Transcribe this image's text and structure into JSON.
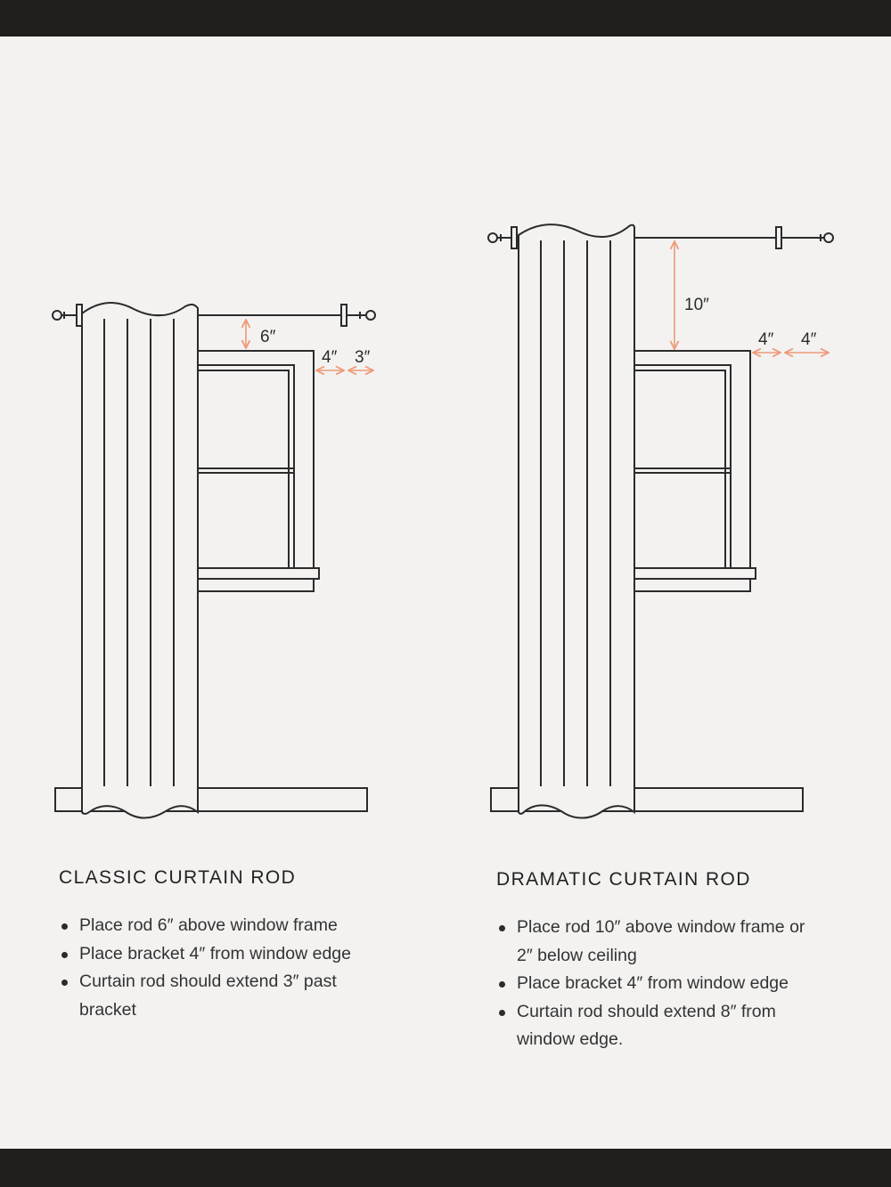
{
  "colors": {
    "line": "#2b2b2b",
    "accent": "#ee9a78",
    "background": "#f3f2f1",
    "bar": "#1f1e1d"
  },
  "classic": {
    "title": "CLASSIC CURTAIN ROD",
    "dim_above": "6″",
    "dim_bracket": "4″",
    "dim_extend": "3″",
    "bullets": [
      "Place rod 6″ above window frame",
      "Place bracket  4″ from window edge",
      "Curtain rod should extend 3″ past bracket"
    ]
  },
  "dramatic": {
    "title": "DRAMATIC CURTAIN ROD",
    "dim_above": "10″",
    "dim_bracket": "4″",
    "dim_extend": "4″",
    "bullets": [
      "Place rod 10″ above window frame or 2″ below ceiling",
      "Place bracket  4″ from window edge",
      "Curtain rod should extend 8″ from window edge."
    ]
  }
}
